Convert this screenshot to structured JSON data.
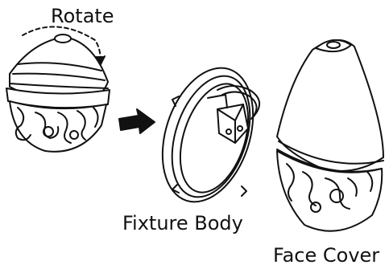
{
  "labels": {
    "rotate": "Rotate",
    "fixture_body": "Fixture Body",
    "face_cover": "Face Cover"
  },
  "colors": {
    "stroke": "#111111",
    "fill": "#ffffff"
  }
}
